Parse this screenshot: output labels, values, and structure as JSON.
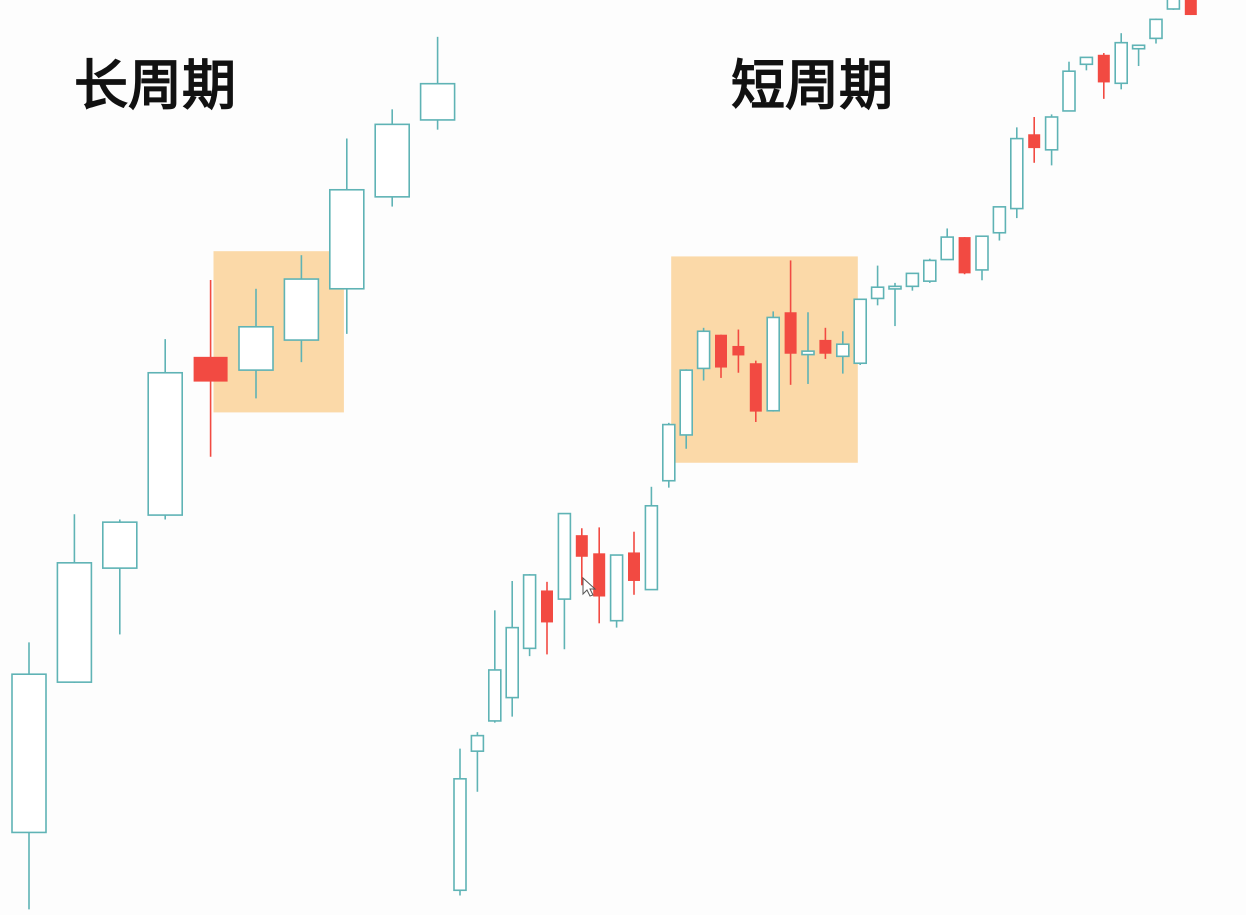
{
  "colors": {
    "bull": "#5fb3b5",
    "bull_fill": "#ffffff",
    "bear": "#f24a42",
    "highlight": "#fbd9a8",
    "background": "#fdfdfd"
  },
  "chart_data": [
    {
      "type": "candlestick",
      "title": "长周期",
      "ylim": [
        0,
        100
      ],
      "grid": false,
      "highlight_range": [
        5,
        6
      ],
      "candles": [
        {
          "o": 9.0,
          "h": 30.5,
          "l": 0.3,
          "c": 26.9,
          "dir": "up"
        },
        {
          "o": 26.0,
          "h": 45.0,
          "l": 25.9,
          "c": 39.5,
          "dir": "up"
        },
        {
          "o": 38.9,
          "h": 44.4,
          "l": 31.4,
          "c": 44.1,
          "dir": "up"
        },
        {
          "o": 44.9,
          "h": 64.8,
          "l": 44.4,
          "c": 61.0,
          "dir": "up"
        },
        {
          "o": 60.0,
          "h": 71.5,
          "l": 51.5,
          "c": 62.8,
          "dir": "down"
        },
        {
          "o": 61.3,
          "h": 70.5,
          "l": 58.1,
          "c": 66.2,
          "dir": "up"
        },
        {
          "o": 64.7,
          "h": 74.3,
          "l": 62.2,
          "c": 71.6,
          "dir": "up"
        },
        {
          "o": 70.5,
          "h": 87.5,
          "l": 65.4,
          "c": 81.7,
          "dir": "up"
        },
        {
          "o": 80.9,
          "h": 90.8,
          "l": 79.8,
          "c": 89.1,
          "dir": "up"
        },
        {
          "o": 89.6,
          "h": 99.0,
          "l": 88.5,
          "c": 93.7,
          "dir": "up"
        }
      ]
    },
    {
      "type": "candlestick",
      "title": "短周期",
      "ylim": [
        0,
        100
      ],
      "grid": false,
      "highlight_range": [
        13,
        22
      ],
      "candles": [
        {
          "o": 0.2,
          "h": 16.6,
          "l": -0.4,
          "c": 13.1,
          "dir": "up"
        },
        {
          "o": 16.3,
          "h": 18.5,
          "l": 11.6,
          "c": 18.1,
          "dir": "up"
        },
        {
          "o": 19.8,
          "h": 32.6,
          "l": 19.6,
          "c": 25.7,
          "dir": "up"
        },
        {
          "o": 22.5,
          "h": 36.0,
          "l": 20.3,
          "c": 30.6,
          "dir": "up"
        },
        {
          "o": 28.2,
          "h": 36.8,
          "l": 27.3,
          "c": 36.7,
          "dir": "up"
        },
        {
          "o": 34.9,
          "h": 35.9,
          "l": 27.5,
          "c": 31.2,
          "dir": "down"
        },
        {
          "o": 33.9,
          "h": 43.4,
          "l": 28.1,
          "c": 43.8,
          "dir": "up"
        },
        {
          "o": 41.3,
          "h": 42.1,
          "l": 35.5,
          "c": 38.8,
          "dir": "down"
        },
        {
          "o": 39.2,
          "h": 42.2,
          "l": 31.1,
          "c": 34.2,
          "dir": "down"
        },
        {
          "o": 31.4,
          "h": 38.8,
          "l": 30.6,
          "c": 39.0,
          "dir": "up"
        },
        {
          "o": 39.3,
          "h": 41.7,
          "l": 34.4,
          "c": 36.0,
          "dir": "down"
        },
        {
          "o": 35.0,
          "h": 46.9,
          "l": 35.6,
          "c": 44.7,
          "dir": "up"
        },
        {
          "o": 47.6,
          "h": 54.3,
          "l": 46.8,
          "c": 54.1,
          "dir": "up"
        },
        {
          "o": 52.9,
          "h": 60.5,
          "l": 51.3,
          "c": 60.4,
          "dir": "up"
        },
        {
          "o": 60.6,
          "h": 65.3,
          "l": 59.2,
          "c": 64.9,
          "dir": "up"
        },
        {
          "o": 64.5,
          "h": 64.5,
          "l": 59.5,
          "c": 60.7,
          "dir": "down"
        },
        {
          "o": 63.2,
          "h": 65.1,
          "l": 60.1,
          "c": 62.1,
          "dir": "down"
        },
        {
          "o": 61.2,
          "h": 61.5,
          "l": 54.4,
          "c": 55.6,
          "dir": "down"
        },
        {
          "o": 55.7,
          "h": 67.2,
          "l": 55.6,
          "c": 66.5,
          "dir": "up"
        },
        {
          "o": 67.1,
          "h": 73.1,
          "l": 58.7,
          "c": 62.3,
          "dir": "down"
        },
        {
          "o": 62.2,
          "h": 67.1,
          "l": 58.8,
          "c": 62.6,
          "dir": "up"
        },
        {
          "o": 63.9,
          "h": 65.3,
          "l": 61.7,
          "c": 62.3,
          "dir": "down"
        },
        {
          "o": 62.0,
          "h": 64.9,
          "l": 60.0,
          "c": 63.4,
          "dir": "up"
        },
        {
          "o": 61.2,
          "h": 68.2,
          "l": 61.0,
          "c": 68.6,
          "dir": "up"
        },
        {
          "o": 68.7,
          "h": 72.5,
          "l": 67.9,
          "c": 70.0,
          "dir": "up"
        },
        {
          "o": 69.8,
          "h": 70.5,
          "l": 65.5,
          "c": 70.1,
          "dir": "up"
        },
        {
          "o": 70.1,
          "h": 71.2,
          "l": 69.6,
          "c": 71.6,
          "dir": "up"
        },
        {
          "o": 70.7,
          "h": 73.3,
          "l": 70.5,
          "c": 73.1,
          "dir": "up"
        },
        {
          "o": 73.2,
          "h": 76.8,
          "l": 73.3,
          "c": 75.8,
          "dir": "up"
        },
        {
          "o": 75.8,
          "h": 75.3,
          "l": 71.5,
          "c": 71.6,
          "dir": "down"
        },
        {
          "o": 72.0,
          "h": 75.2,
          "l": 70.8,
          "c": 75.9,
          "dir": "up"
        },
        {
          "o": 76.3,
          "h": 79.0,
          "l": 75.4,
          "c": 79.3,
          "dir": "up"
        },
        {
          "o": 79.1,
          "h": 88.5,
          "l": 78.0,
          "c": 87.2,
          "dir": "up"
        },
        {
          "o": 87.7,
          "h": 89.7,
          "l": 84.4,
          "c": 86.1,
          "dir": "down"
        },
        {
          "o": 85.9,
          "h": 90.0,
          "l": 84.1,
          "c": 89.7,
          "dir": "up"
        },
        {
          "o": 90.4,
          "h": 96.1,
          "l": 90.4,
          "c": 95.0,
          "dir": "up"
        },
        {
          "o": 95.8,
          "h": 96.1,
          "l": 95.1,
          "c": 96.6,
          "dir": "up"
        },
        {
          "o": 96.9,
          "h": 97.1,
          "l": 91.8,
          "c": 93.7,
          "dir": "down"
        },
        {
          "o": 93.6,
          "h": 99.4,
          "l": 92.9,
          "c": 98.3,
          "dir": "up"
        },
        {
          "o": 97.6,
          "h": 98.0,
          "l": 95.6,
          "c": 98.0,
          "dir": "up"
        },
        {
          "o": 98.8,
          "h": 101.1,
          "l": 98.2,
          "c": 101.0,
          "dir": "up"
        },
        {
          "o": 102.2,
          "h": 104.9,
          "l": 102.1,
          "c": 104.9,
          "dir": "up"
        },
        {
          "o": 104.9,
          "h": 106.0,
          "l": 101.5,
          "c": 101.5,
          "dir": "down"
        }
      ]
    }
  ]
}
